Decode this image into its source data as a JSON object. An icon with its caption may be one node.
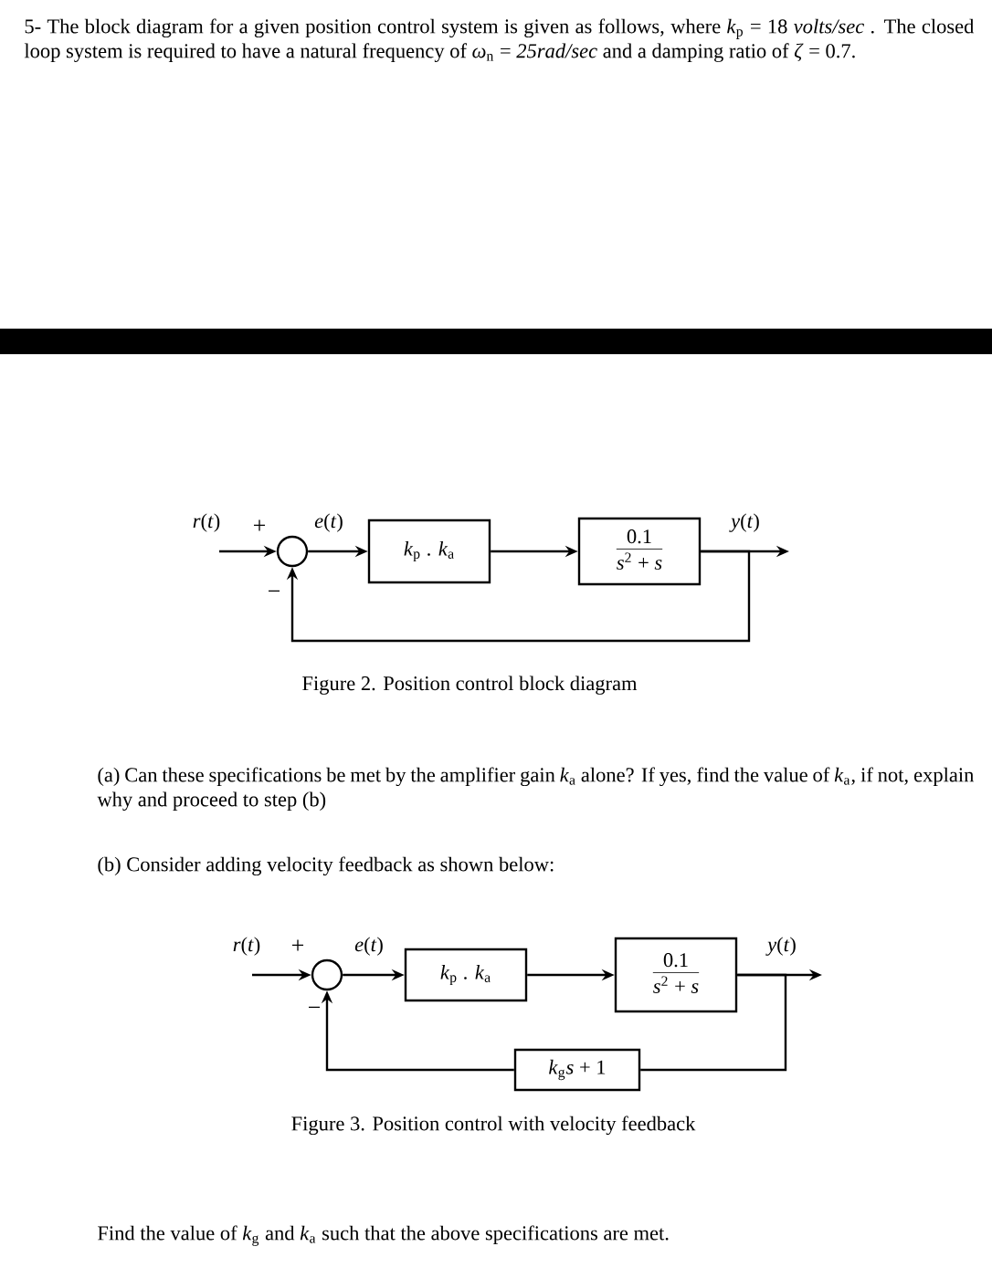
{
  "diagram": {
    "nodes": [
      {
        "text": [],
        "shape": "circle"
      },
      {
        "text": [
          "*k*$_{p}$ . *k*$_{a}$"
        ]
      },
      {
        "text": [
          "0.1",
          "*s*$^{2}$ + *s*"
        ]
      },
      {
        "text": [],
        "shape": "circle"
      },
      {
        "text": [
          "*k*$_{p}$ . *k*$_{a}$"
        ]
      },
      {
        "text": [
          "0.1",
          "*s*$^{2}$ + *s*"
        ]
      },
      {
        "text": [
          "*k*$_{g}$*s* + 1"
        ]
      },
      {
        "text": [],
        "shape": "bar"
      }
    ],
    "edges": [
      {
        "from": null,
        "to": 0,
        "arrow": "to",
        "label": "*r*(*t*)"
      },
      {
        "from": 0,
        "to": 1,
        "arrow": "to",
        "label": "*e*(*t*)"
      },
      {
        "from": 1,
        "to": 2,
        "arrow": "to"
      },
      {
        "from": 2,
        "to": null,
        "arrow": "to",
        "label": "*y*(*t*)"
      },
      {
        "from": 2,
        "to": 0,
        "arrow": "to"
      },
      {
        "from": null,
        "to": 3,
        "arrow": "to",
        "label": "*r*(*t*)"
      },
      {
        "from": 3,
        "to": 4,
        "arrow": "to",
        "label": "*e*(*t*)"
      },
      {
        "from": 4,
        "to": 5,
        "arrow": "to"
      },
      {
        "from": 5,
        "to": null,
        "arrow": "to",
        "label": "*y*(*t*)"
      },
      {
        "from": 5,
        "to": 6,
        "arrow": "none"
      },
      {
        "from": 6,
        "to": 3,
        "arrow": "to"
      }
    ],
    "labels": [
      "5- The block diagram for a given position control system is given as follows, where *k*$_{p}$ = 18 *volts/sec* . The closed loop system is required to have a natural frequency of *ω*$_{n}$ = *25rad/sec* and a damping ratio of *ζ* = 0.7.",
      "+",
      "−",
      "Figure 2. Position control block diagram",
      "(a) Can these specifications be met by the amplifier gain *k*$_{a}$ alone? If yes, find the value of *k*$_{a}$, if not, explain why and proceed to step (b)",
      "(b) Consider adding velocity feedback as shown below:",
      "+",
      "−",
      "Figure 3. Position control with velocity feedback",
      "Find the value of *k*$_{g}$ and *k*$_{a}$ such that the above specifications are met."
    ]
  }
}
